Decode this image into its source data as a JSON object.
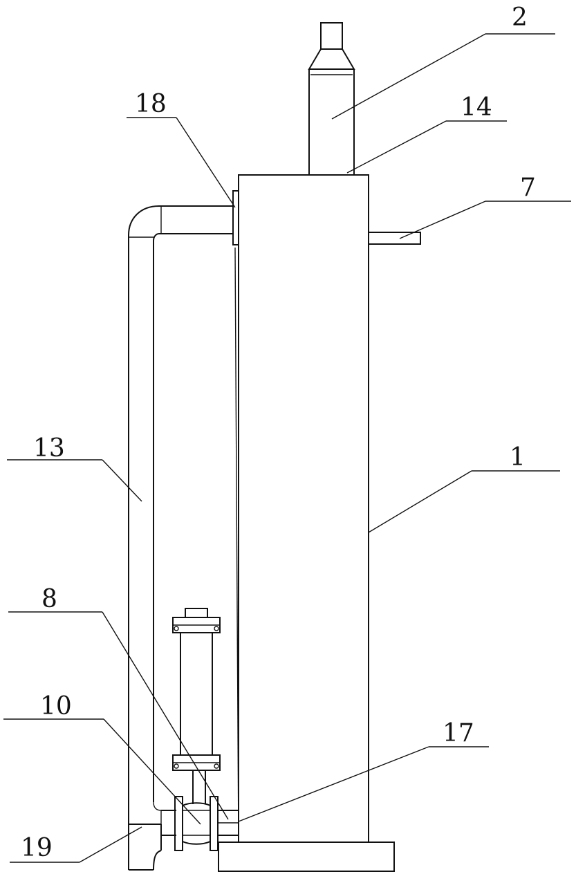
{
  "labels": {
    "body": "1",
    "exhaust": "2",
    "outlet": "7",
    "valve_actuator": "8",
    "valve": "10",
    "return_pipe": "13",
    "top_joint": "14",
    "bottom_joint": "17",
    "upper_flange": "18",
    "drain": "19"
  },
  "colors": {
    "line": "#111111",
    "background": "#ffffff"
  }
}
